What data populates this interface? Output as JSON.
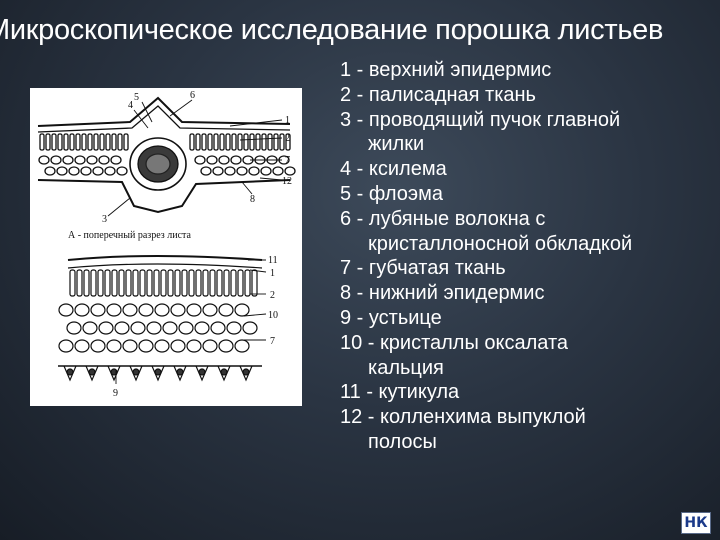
{
  "slide": {
    "title": "Микроскопическое исследование порошка листьев"
  },
  "figure": {
    "caption_a": "А - поперечный разрез листа",
    "labels_a": [
      "4",
      "5",
      "6",
      "1",
      "2",
      "7",
      "12",
      "8",
      "3"
    ],
    "labels_b": [
      "11",
      "1",
      "2",
      "10",
      "7",
      "9"
    ]
  },
  "legend": {
    "items": [
      {
        "line": "1 - верхний эпидермис",
        "cont": ""
      },
      {
        "line": "2 - палисадная ткань",
        "cont": ""
      },
      {
        "line": "3 - проводящий пучок главной",
        "cont": "жилки"
      },
      {
        "line": "4 - ксилема",
        "cont": ""
      },
      {
        "line": "5 - флоэма",
        "cont": ""
      },
      {
        "line": "6 - лубяные волокна с",
        "cont": "кристаллоносной обкладкой"
      },
      {
        "line": "7 - губчатая ткань",
        "cont": ""
      },
      {
        "line": "8 - нижний эпидермис",
        "cont": ""
      },
      {
        "line": "9 - устьице",
        "cont": ""
      },
      {
        "line": "10 - кристаллы оксалата",
        "cont": "кальция"
      },
      {
        "line": "11 - кутикула",
        "cont": ""
      },
      {
        "line": "12 - колленхима выпуклой",
        "cont": "полосы"
      }
    ]
  },
  "badge": {
    "text": "НК"
  }
}
